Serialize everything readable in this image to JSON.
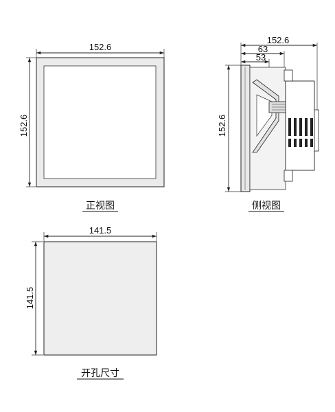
{
  "front_view": {
    "width_label": "152.6",
    "height_label": "152.6",
    "caption": "正视图"
  },
  "side_view": {
    "overall_depth_label": "152.6",
    "depth_63_label": "63",
    "depth_53_label": "53",
    "height_label": "152.6",
    "caption": "侧视图"
  },
  "cutout": {
    "width_label": "141.5",
    "height_label": "141.5",
    "caption": "开孔尺寸"
  },
  "colors": {
    "frame_fill": "#ebebeb",
    "cutout_fill": "#eeeeee",
    "line": "#222222"
  }
}
